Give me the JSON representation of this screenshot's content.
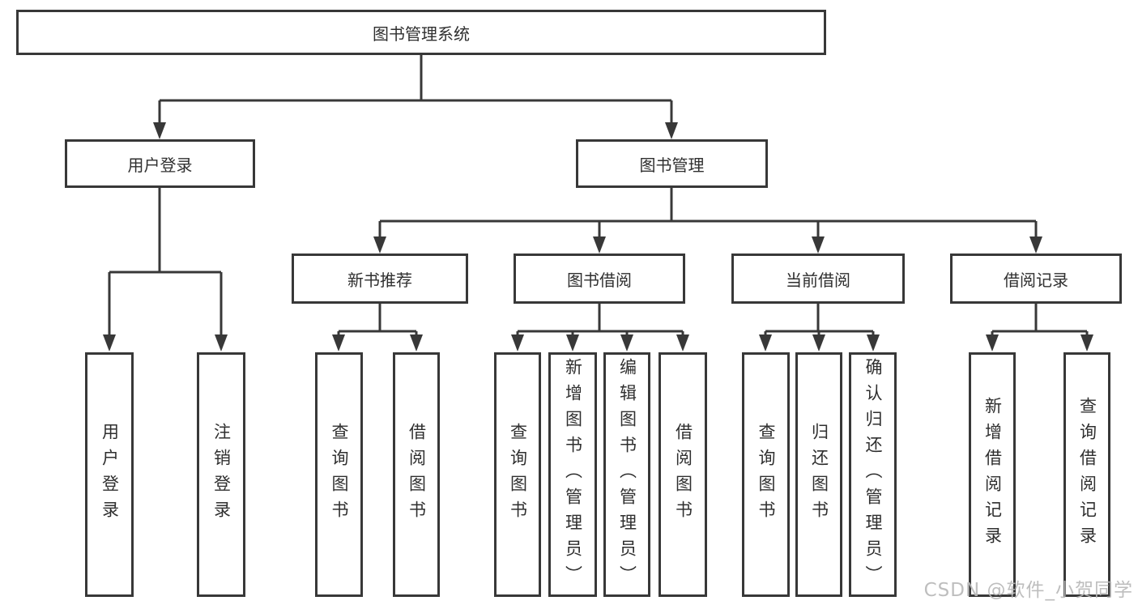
{
  "diagram": {
    "type": "tree",
    "title": "图书管理系统"
  },
  "colors": {
    "line": "#383838",
    "box_border": "#383838",
    "text": "#2f2f2f",
    "background": "#ffffff",
    "watermark": "#b9b9b9"
  },
  "tree": {
    "label": "图书管理系统",
    "children": [
      {
        "label": "用户登录",
        "children": [
          {
            "label": "用户登录"
          },
          {
            "label": "注销登录"
          }
        ]
      },
      {
        "label": "图书管理",
        "children": [
          {
            "label": "新书推荐",
            "children": [
              {
                "label": "查询图书"
              },
              {
                "label": "借阅图书"
              }
            ]
          },
          {
            "label": "图书借阅",
            "children": [
              {
                "label": "查询图书"
              },
              {
                "label": "新增图书（管理员）"
              },
              {
                "label": "编辑图书（管理员）"
              },
              {
                "label": "借阅图书"
              }
            ]
          },
          {
            "label": "当前借阅",
            "children": [
              {
                "label": "查询图书"
              },
              {
                "label": "归还图书"
              },
              {
                "label": "确认归还（管理员）"
              }
            ]
          },
          {
            "label": "借阅记录",
            "children": [
              {
                "label": "新增借阅记录"
              },
              {
                "label": "查询借阅记录"
              }
            ]
          }
        ]
      }
    ]
  },
  "watermark": {
    "text": "CSDN @软件_小贺同学"
  }
}
